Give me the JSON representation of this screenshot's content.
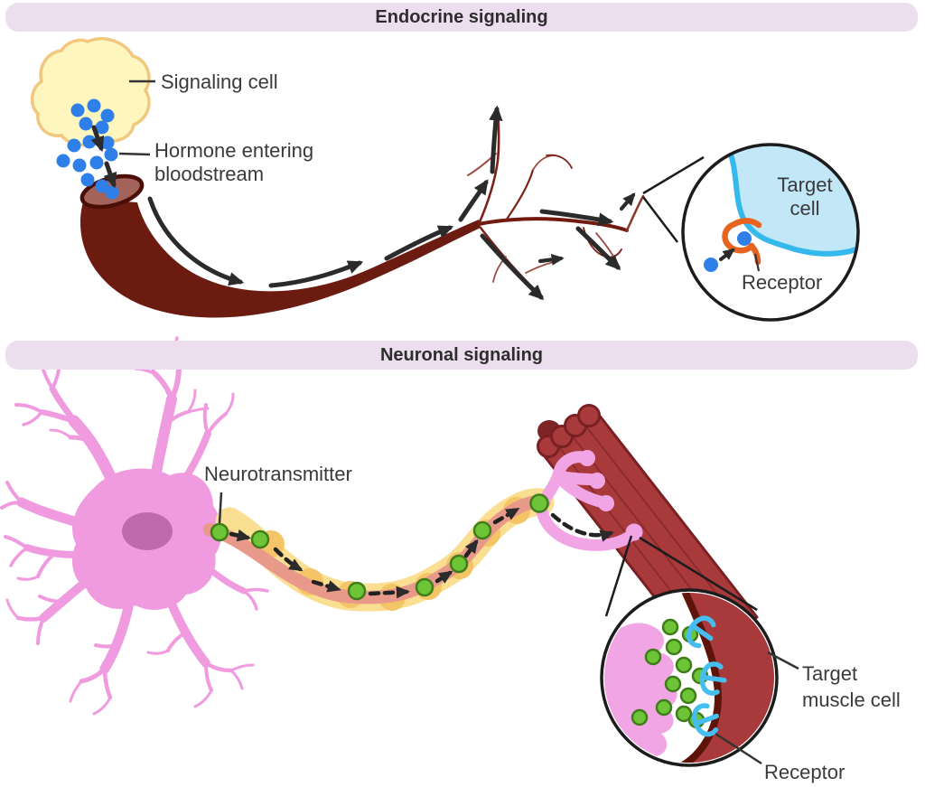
{
  "endocrine": {
    "title": "Endocrine signaling",
    "labels": {
      "signaling_cell": "Signaling cell",
      "hormone": "Hormone entering bloodstream",
      "target_cell": "Target cell",
      "receptor": "Receptor"
    }
  },
  "neuronal": {
    "title": "Neuronal signaling",
    "labels": {
      "neurotransmitter": "Neurotransmitter",
      "target_muscle_cell": "Target muscle cell",
      "receptor": "Receptor"
    }
  },
  "colors": {
    "header_bg": "#ecdeee",
    "label_text": "#3a3a3a",
    "signaling_cell_fill": "#fdf6bf",
    "signaling_cell_stroke": "#f2c87e",
    "hormone_dot": "#2e7fe8",
    "vessel": "#6b1b10",
    "vessel_lumen": "#a3625a",
    "branch_dark": "#7b2017",
    "branch_light": "#9c4b42",
    "arrow": "#2b2b2b",
    "target_cell_fill": "#c2e7f7",
    "target_cell_border": "#35b9ec",
    "receptor_orange": "#e8631f",
    "neuron_pink": "#f09be0",
    "nucleus": "#c06aae",
    "axon_core": "#e9998a",
    "myelin": "#fade92",
    "myelin_joint": "#f3c566",
    "neurotransmitter_dot": "#6dc436",
    "muscle_fill": "#a83a3c",
    "muscle_outline": "#7a2023",
    "terminal_pink": "#f2a5e5",
    "receptor_blue": "#45bdef"
  }
}
